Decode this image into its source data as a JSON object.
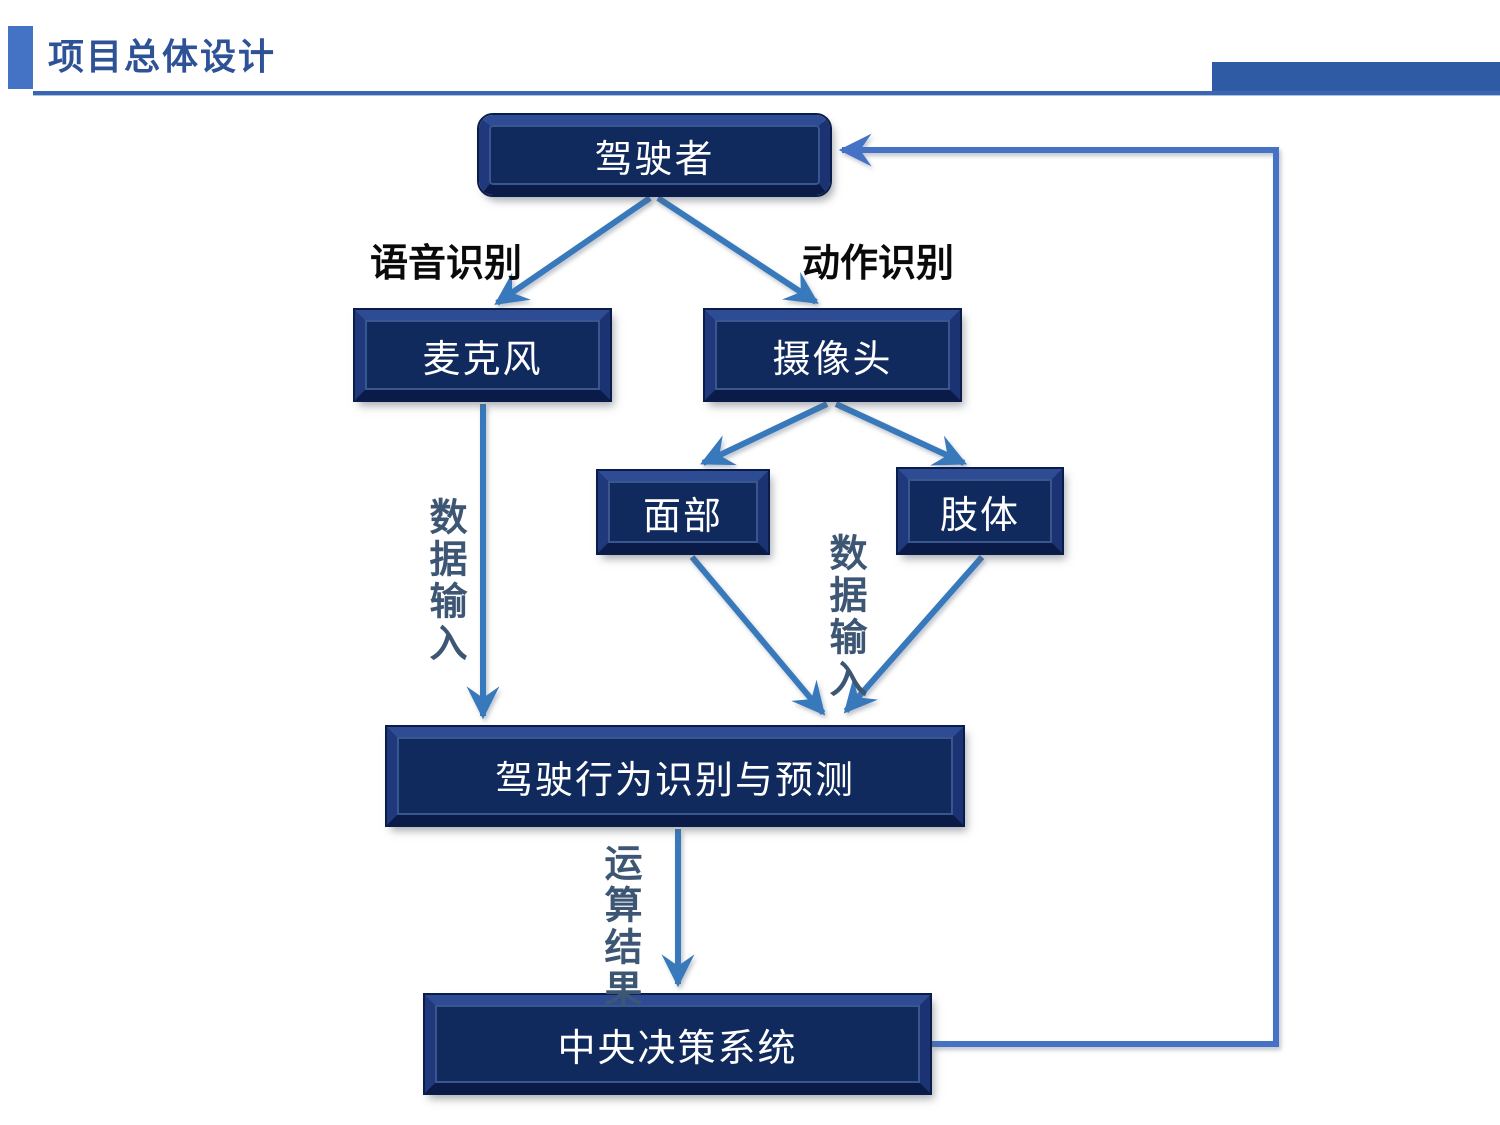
{
  "header": {
    "title": "项目总体设计"
  },
  "colors": {
    "title": "#2E5296",
    "accent_bar": "#4472C4",
    "header_rule": "#3A66B0",
    "header_right_bar": "#2E5BA4",
    "node_fill": "#112A5E",
    "node_border_highlight": "#2E4C94",
    "node_border_shadow": "#0A1B47",
    "node_text": "#FFFFFF",
    "arrow": "#3779BC",
    "feedback_arrow": "#4472C4",
    "edge_label_text": "#0A0A0A",
    "vertical_label_text": "#3D5674"
  },
  "diagram": {
    "nodes": [
      {
        "id": "driver",
        "label": "驾驶者"
      },
      {
        "id": "microphone",
        "label": "麦克风"
      },
      {
        "id": "camera",
        "label": "摄像头"
      },
      {
        "id": "face",
        "label": "面部"
      },
      {
        "id": "body",
        "label": "肢体"
      },
      {
        "id": "behavior",
        "label": "驾驶行为识别与预测"
      },
      {
        "id": "decision",
        "label": "中央决策系统"
      }
    ],
    "edge_labels": {
      "speech": "语音识别",
      "action": "动作识别",
      "data_input_left": "数据输入",
      "data_input_mid": "数据输入",
      "result": "运算结果"
    }
  }
}
